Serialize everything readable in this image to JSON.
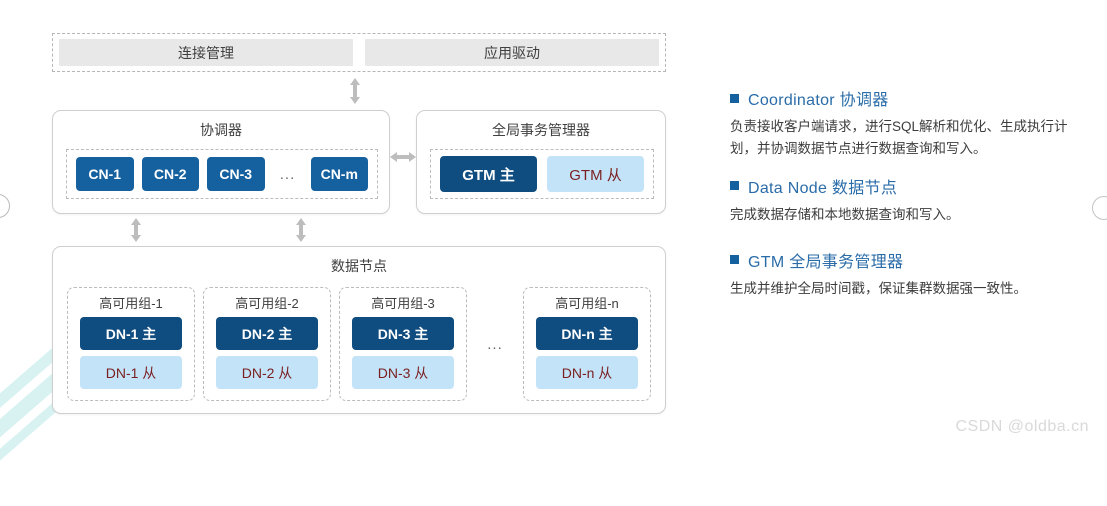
{
  "diagram": {
    "access_layer": {
      "name": "access-layer",
      "chips": [
        {
          "label": "连接管理"
        },
        {
          "label": "应用驱动"
        }
      ]
    },
    "coordinator": {
      "title": "协调器",
      "nodes": [
        {
          "label": "CN-1",
          "role": "primary"
        },
        {
          "label": "CN-2",
          "role": "primary"
        },
        {
          "label": "CN-3",
          "role": "primary"
        }
      ],
      "ellipsis": "...",
      "last_node": {
        "label": "CN-m",
        "role": "primary"
      }
    },
    "gtm": {
      "title": "全局事务管理器",
      "nodes": [
        {
          "label": "GTM 主",
          "role": "primary"
        },
        {
          "label": "GTM 从",
          "role": "standby"
        }
      ]
    },
    "data_nodes": {
      "title": "数据节点",
      "ellipsis": "...",
      "groups": [
        {
          "label": "高可用组-1",
          "primary": "DN-1 主",
          "standby": "DN-1 从"
        },
        {
          "label": "高可用组-2",
          "primary": "DN-2 主",
          "standby": "DN-2 从"
        },
        {
          "label": "高可用组-3",
          "primary": "DN-3 主",
          "standby": "DN-3 从"
        },
        {
          "label": "高可用组-n",
          "primary": "DN-n 主",
          "standby": "DN-n 从"
        }
      ]
    },
    "arrows": [
      {
        "name": "arrow-access-coordinator",
        "direction": "vertical"
      },
      {
        "name": "arrow-coordinator-gtm",
        "direction": "horizontal"
      },
      {
        "name": "arrow-coordinator-datanode-left",
        "direction": "vertical"
      },
      {
        "name": "arrow-coordinator-datanode-right",
        "direction": "vertical"
      }
    ]
  },
  "legend": {
    "items": [
      {
        "title": "Coordinator 协调器",
        "desc": "负责接收客户端请求，进行SQL解析和优化、生成执行计划，并协调数据节点进行数据查询和写入。"
      },
      {
        "title": "Data Node 数据节点",
        "desc": "完成数据存储和本地数据查询和写入。"
      },
      {
        "title": "GTM 全局事务管理器",
        "desc": "生成并维护全局时间戳，保证集群数据强一致性。"
      }
    ]
  },
  "watermark": "CSDN @oldba.cn",
  "colors": {
    "primary_blue": "#15619f",
    "primary_dark": "#0f4c80",
    "standby_blue": "#c3e3f8",
    "standby_text": "#7a1f1f",
    "legend_title": "#2a6ca8",
    "chip_gray": "#e8e8e8",
    "arrow_gray": "#bdbdbd",
    "deco_cyan": "#d8f2f2"
  }
}
